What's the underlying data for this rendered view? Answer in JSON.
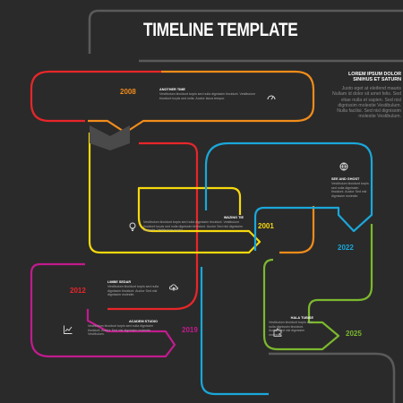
{
  "title": "TIMELINE TEMPLATE",
  "side_heading": "LOREM IPSUM DOLOR SINIHUS ET SATURN",
  "side_text": "Justo eget at eleifend mauris Nullam id dolor sit amet felis. Sed vitae nulla et sapien. Sed nisl dignissim molestie Vestibulum. Nulla facilisi. Sed nisl dignissim molestie Vestibulum.",
  "colors": {
    "background": "#2a2a2a",
    "frame": "#5a5a5a",
    "red": "#e8262a",
    "orange": "#f28c1a",
    "yellow": "#f7d80e",
    "cyan": "#1aa7d9",
    "green": "#7cb82e",
    "magenta": "#c21b8e"
  },
  "events": [
    {
      "year": "2008",
      "heading": "ANOTHER TIME",
      "text": "Vestibulum tincidunt turpis sed nulla dignissim tincidunt. Vestibulum tincidunt turpis sed nulla. Auctor lacus tempor.",
      "icon": "gauge-icon",
      "color": "#f28c1a"
    },
    {
      "year": "2001",
      "heading": "WAZING TIE",
      "text": "Vestibulum tincidunt turpis sed nulla dignissim tincidunt. Vestibulum tincidunt turpis sed nulla dignissim tincidunt. Auctor Sed nisl dignissim molestie. Vestibulum auctor.",
      "icon": "lightbulb-icon",
      "color": "#f7d80e"
    },
    {
      "year": "2022",
      "heading": "SEE AND GHOST",
      "text": "Vestibulum tincidunt turpis sed nulla dignissim tincidunt. Auctor Sed nisl dignissim molestie.",
      "icon": "globe-icon",
      "color": "#1aa7d9"
    },
    {
      "year": "2012",
      "heading": "LIMBE SEDAR",
      "text": "Vestibulum tincidunt turpis sed nulla dignissim tincidunt. Auctor Sed nisl dignissim molestie.",
      "icon": "cloud-upload-icon",
      "color": "#e8262a"
    },
    {
      "year": "2019",
      "heading": "ACADEM STUDIO",
      "text": "Vestibulum tincidunt turpis sed nulla dignissim tincidunt. Auctor Sed nisl dignissim molestie Vestibulum.",
      "icon": "line-chart-icon",
      "color": "#c21b8e"
    },
    {
      "year": "2025",
      "heading": "HALA TUBISE",
      "text": "Vestibulum tincidunt turpis sed nulla dignissim tincidunt. Auctor Sed nisl dignissim molestie.",
      "icon": "puzzle-icon",
      "color": "#7cb82e"
    }
  ]
}
